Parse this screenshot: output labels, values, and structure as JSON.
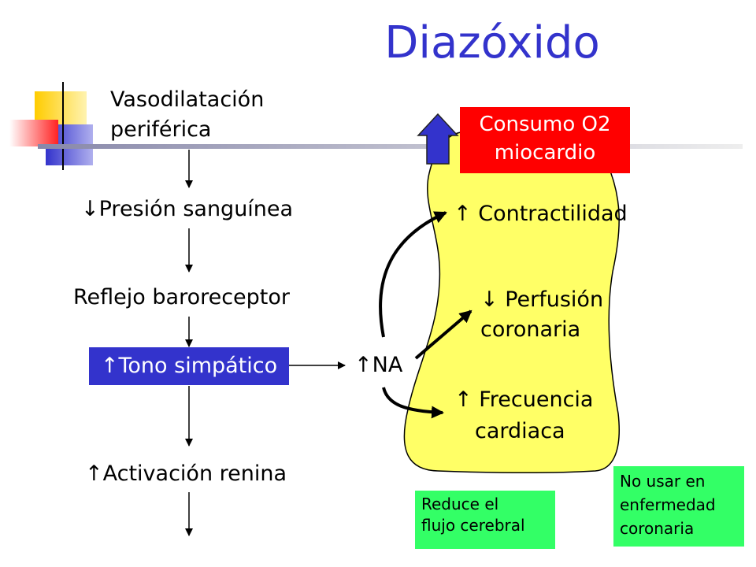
{
  "title": "Diazóxido",
  "nodes": {
    "vasodilatacion_1": "Vasodilatación",
    "vasodilatacion_2": "periférica",
    "presion_arrow": "↓",
    "presion": "Presión sanguínea",
    "reflejo": "Reflejo baroreceptor",
    "tono_arrow": "↑",
    "tono": "Tono simpático",
    "na_arrow": "↑",
    "na": "NA",
    "renina_arrow": "↑",
    "renina": "Activación renina"
  },
  "effects": {
    "consumo_1": "Consumo O2",
    "consumo_2": "miocardio",
    "contractilidad_arrow": "↑",
    "contractilidad": "Contractilidad",
    "perfusion_arrow": "↓",
    "perfusion_1": "Perfusión",
    "perfusion_2": "coronaria",
    "frecuencia_arrow": "↑",
    "frecuencia_1": "Frecuencia",
    "frecuencia_2": "cardiaca"
  },
  "notes": {
    "reduce_1": "Reduce el",
    "reduce_2": "flujo cerebral",
    "nousar_1": "No usar en",
    "nousar_2": "enfermedad",
    "nousar_3": "coronaria"
  },
  "colors": {
    "title": "#3333cc",
    "blob": "#ffff66",
    "red_box": "#ff0000",
    "blue_box": "#3333cc",
    "note_box": "#33ff66",
    "up_arrow": "#3333cc"
  }
}
